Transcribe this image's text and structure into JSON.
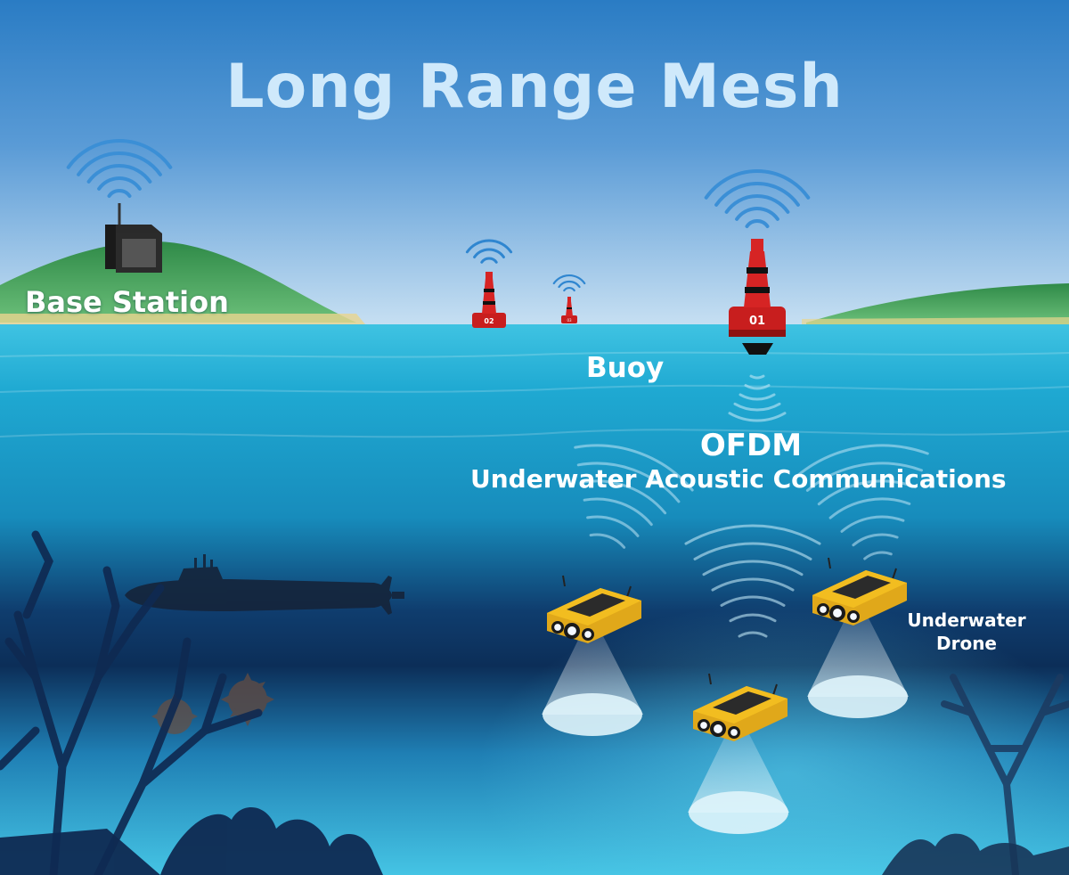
{
  "title": "Long Range Mesh",
  "labels": {
    "base_station": "Base Station",
    "buoy": "Buoy",
    "ofdm": "OFDM",
    "ofdm_subtitle": "Underwater Acoustic Communications",
    "underwater_drone": "Underwater\nDrone"
  },
  "buoy_numbers": [
    "01",
    "02",
    "03"
  ],
  "colors": {
    "sky_top": "#2a7cc4",
    "sky_horizon": "#c6dff2",
    "water": "#27b4d8",
    "deep_water": "#0c2e58",
    "buoy_red": "#c81e1e",
    "drone_yellow": "#f2bd20",
    "island_green": "#3f9a55",
    "title": "#cfe9fb"
  },
  "icons": [
    "radio-waves-icon",
    "base-station-icon",
    "buoy-icon",
    "submarine-icon",
    "underwater-drone-icon",
    "coral-icon",
    "naval-mine-icon",
    "acoustic-waves-icon"
  ]
}
